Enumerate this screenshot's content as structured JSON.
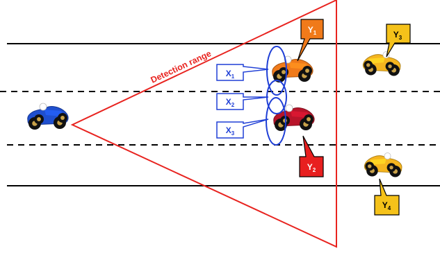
{
  "detection": {
    "label": "Detection range",
    "color": "#e8231f"
  },
  "road": {
    "line_color": "#000000",
    "lanes": 3
  },
  "x_labels": [
    {
      "main": "X",
      "sub": "1"
    },
    {
      "main": "X",
      "sub": "2"
    },
    {
      "main": "X",
      "sub": "3"
    }
  ],
  "x_color": "#1f3fd6",
  "callouts": [
    {
      "main": "Y",
      "sub": "1",
      "fill": "#f07a1a"
    },
    {
      "main": "Y",
      "sub": "2",
      "fill": "#e81f1f"
    },
    {
      "main": "Y",
      "sub": "3",
      "fill": "#f5c21a"
    },
    {
      "main": "Y",
      "sub": "4",
      "fill": "#f5c21a"
    }
  ],
  "cars": [
    {
      "name": "ego-car",
      "color": "#1f4fcf",
      "facing": "right"
    },
    {
      "name": "car-y1",
      "color": "#f07a1a",
      "facing": "right"
    },
    {
      "name": "car-y2",
      "color": "#b8142a",
      "facing": "right"
    },
    {
      "name": "car-y3",
      "color": "#f5b51f",
      "facing": "left"
    },
    {
      "name": "car-y4",
      "color": "#f5b51f",
      "facing": "left"
    }
  ]
}
